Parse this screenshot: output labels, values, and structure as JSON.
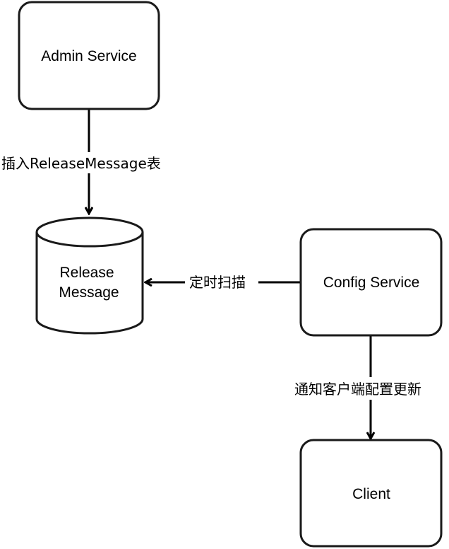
{
  "nodes": {
    "admin_service": {
      "label": "Admin Service"
    },
    "release_message": {
      "label_line1": "Release",
      "label_line2": "Message"
    },
    "config_service": {
      "label": "Config Service"
    },
    "client": {
      "label": "Client"
    }
  },
  "edges": {
    "admin_to_release": {
      "label": "插入ReleaseMessage表"
    },
    "config_to_release": {
      "label": "定时扫描"
    },
    "config_to_client": {
      "label": "通知客户端配置更新"
    }
  },
  "colors": {
    "stroke": "#1a1a1a",
    "background": "#ffffff"
  }
}
